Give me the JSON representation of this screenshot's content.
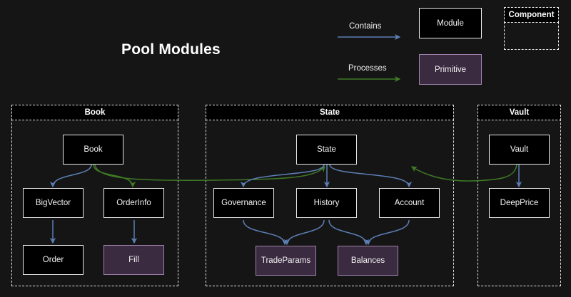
{
  "page": {
    "title": "Pool Modules",
    "background_color": "#151515"
  },
  "legend": {
    "contains_label": "Contains",
    "processes_label": "Processes",
    "contains_color": "#5b7fb4",
    "processes_color": "#3f7a26",
    "module_label": "Module",
    "primitive_label": "Primitive",
    "component_label": "Component",
    "module_fill": "#000000",
    "module_border": "#e8e8e8",
    "primitive_fill": "#3b2b40",
    "primitive_border": "#9d80ab"
  },
  "groups": [
    {
      "id": "book",
      "label": "Book"
    },
    {
      "id": "state",
      "label": "State"
    },
    {
      "id": "vault",
      "label": "Vault"
    }
  ],
  "nodes": {
    "book": {
      "label": "Book",
      "kind": "module"
    },
    "bigvector": {
      "label": "BigVector",
      "kind": "module"
    },
    "orderinfo": {
      "label": "OrderInfo",
      "kind": "module"
    },
    "order": {
      "label": "Order",
      "kind": "module"
    },
    "fill": {
      "label": "Fill",
      "kind": "primitive"
    },
    "state": {
      "label": "State",
      "kind": "module"
    },
    "governance": {
      "label": "Governance",
      "kind": "module"
    },
    "history": {
      "label": "History",
      "kind": "module"
    },
    "account": {
      "label": "Account",
      "kind": "module"
    },
    "tradeparams": {
      "label": "TradeParams",
      "kind": "primitive"
    },
    "balances": {
      "label": "Balances",
      "kind": "primitive"
    },
    "vault": {
      "label": "Vault",
      "kind": "module"
    },
    "deepprice": {
      "label": "DeepPrice",
      "kind": "module"
    }
  },
  "edges": [
    {
      "from": "book",
      "to": "bigvector",
      "type": "contains"
    },
    {
      "from": "book",
      "to": "orderinfo",
      "type": "processes"
    },
    {
      "from": "bigvector",
      "to": "order",
      "type": "contains"
    },
    {
      "from": "orderinfo",
      "to": "fill",
      "type": "contains"
    },
    {
      "from": "book",
      "to": "state",
      "type": "processes"
    },
    {
      "from": "state",
      "to": "governance",
      "type": "contains"
    },
    {
      "from": "state",
      "to": "history",
      "type": "contains"
    },
    {
      "from": "state",
      "to": "account",
      "type": "contains"
    },
    {
      "from": "governance",
      "to": "tradeparams",
      "type": "contains"
    },
    {
      "from": "history",
      "to": "tradeparams",
      "type": "contains"
    },
    {
      "from": "history",
      "to": "balances",
      "type": "contains"
    },
    {
      "from": "account",
      "to": "balances",
      "type": "contains"
    },
    {
      "from": "vault",
      "to": "deepprice",
      "type": "contains"
    },
    {
      "from": "vault",
      "to": "account",
      "type": "processes"
    }
  ]
}
